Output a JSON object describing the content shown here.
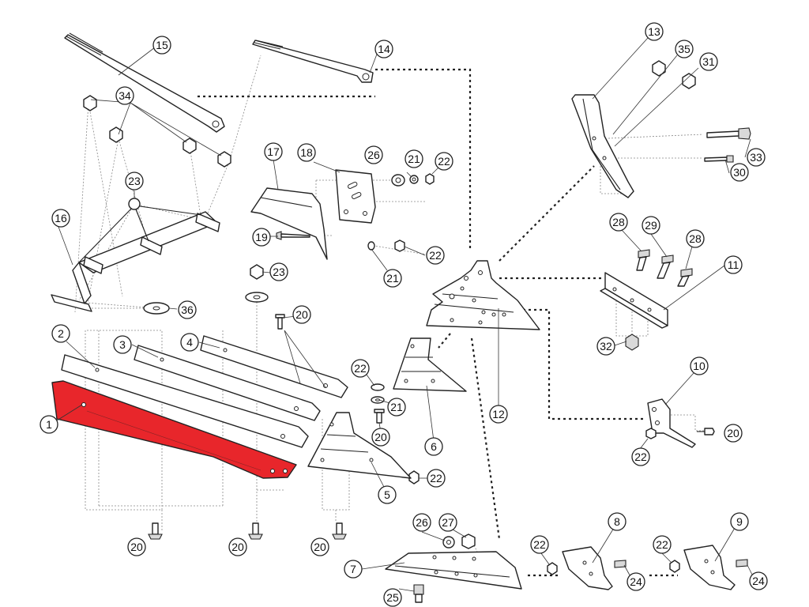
{
  "highlight_color": "#e8262b",
  "callouts": [
    {
      "id": "c1",
      "label": "1"
    },
    {
      "id": "c2",
      "label": "2"
    },
    {
      "id": "c3",
      "label": "3"
    },
    {
      "id": "c4",
      "label": "4"
    },
    {
      "id": "c5",
      "label": "5"
    },
    {
      "id": "c6",
      "label": "6"
    },
    {
      "id": "c7",
      "label": "7"
    },
    {
      "id": "c8",
      "label": "8"
    },
    {
      "id": "c9",
      "label": "9"
    },
    {
      "id": "c10",
      "label": "10"
    },
    {
      "id": "c11",
      "label": "11"
    },
    {
      "id": "c12",
      "label": "12"
    },
    {
      "id": "c13",
      "label": "13"
    },
    {
      "id": "c14",
      "label": "14"
    },
    {
      "id": "c15",
      "label": "15"
    },
    {
      "id": "c16",
      "label": "16"
    },
    {
      "id": "c17",
      "label": "17"
    },
    {
      "id": "c18",
      "label": "18"
    },
    {
      "id": "c19",
      "label": "19"
    },
    {
      "id": "c20a",
      "label": "20"
    },
    {
      "id": "c20b",
      "label": "20"
    },
    {
      "id": "c20c",
      "label": "20"
    },
    {
      "id": "c20d",
      "label": "20"
    },
    {
      "id": "c20e",
      "label": "20"
    },
    {
      "id": "c20f",
      "label": "20"
    },
    {
      "id": "c21a",
      "label": "21"
    },
    {
      "id": "c21b",
      "label": "21"
    },
    {
      "id": "c21c",
      "label": "21"
    },
    {
      "id": "c22a",
      "label": "22"
    },
    {
      "id": "c22b",
      "label": "22"
    },
    {
      "id": "c22c",
      "label": "22"
    },
    {
      "id": "c22d",
      "label": "22"
    },
    {
      "id": "c22e",
      "label": "22"
    },
    {
      "id": "c22f",
      "label": "22"
    },
    {
      "id": "c22g",
      "label": "22"
    },
    {
      "id": "c23a",
      "label": "23"
    },
    {
      "id": "c23b",
      "label": "23"
    },
    {
      "id": "c24a",
      "label": "24"
    },
    {
      "id": "c24b",
      "label": "24"
    },
    {
      "id": "c25",
      "label": "25"
    },
    {
      "id": "c26a",
      "label": "26"
    },
    {
      "id": "c26b",
      "label": "26"
    },
    {
      "id": "c27",
      "label": "27"
    },
    {
      "id": "c28a",
      "label": "28"
    },
    {
      "id": "c28b",
      "label": "28"
    },
    {
      "id": "c29",
      "label": "29"
    },
    {
      "id": "c30",
      "label": "30"
    },
    {
      "id": "c31",
      "label": "31"
    },
    {
      "id": "c32",
      "label": "32"
    },
    {
      "id": "c33",
      "label": "33"
    },
    {
      "id": "c34",
      "label": "34"
    },
    {
      "id": "c35",
      "label": "35"
    },
    {
      "id": "c36",
      "label": "36"
    }
  ]
}
